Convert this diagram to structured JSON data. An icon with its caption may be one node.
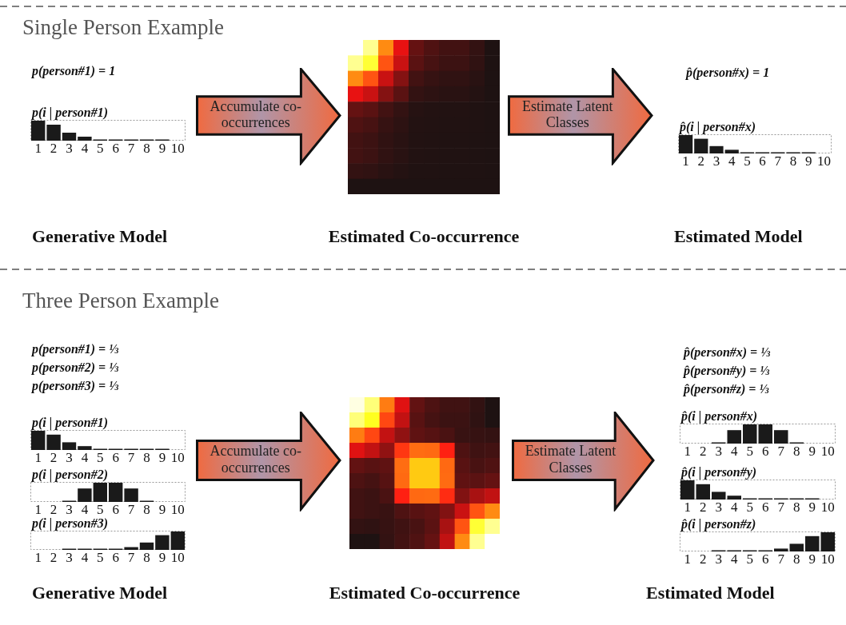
{
  "diagram": {
    "nodes": [
      {
        "text": [
          "Accumulate co-occurrences"
        ]
      },
      {
        "text": [
          "Estimated Co-occurrence"
        ]
      },
      {
        "text": [
          "Estimate Latent Classes"
        ]
      },
      {
        "text": [
          "Accumulate co-occurrences"
        ]
      },
      {
        "text": [
          "Estimated Co-occurrence"
        ]
      },
      {
        "text": [
          "Estimate Latent Classes"
        ]
      }
    ],
    "labels": [
      "Single Person Example",
      "p(person#1) = 1",
      "p(i | person#1)",
      "1",
      "2",
      "3",
      "4",
      "5",
      "6",
      "7",
      "8",
      "9",
      "10",
      "p̂(person#x) = 1",
      "p̂(i | person#x)",
      "1",
      "2",
      "3",
      "4",
      "5",
      "6",
      "7",
      "8",
      "9",
      "10",
      "Generative Model",
      "Estimated Model",
      "Three Person Example",
      "p(person#1) = ⅓",
      "p(person#2) = ⅓",
      "p(person#3) = ⅓",
      "p(i | person#1)",
      "1",
      "2",
      "3",
      "4",
      "5",
      "6",
      "7",
      "8",
      "9",
      "10",
      "p(i | person#2)",
      "1",
      "2",
      "3",
      "4",
      "5",
      "6",
      "7",
      "8",
      "9",
      "10",
      "p(i | person#3)",
      "1",
      "2",
      "3",
      "4",
      "5",
      "6",
      "7",
      "8",
      "9",
      "10",
      "p̂(person#x) = ⅓",
      "p̂(person#y) = ⅓",
      "p̂(person#z) = ⅓",
      "p̂(i | person#x)",
      "1",
      "2",
      "3",
      "4",
      "5",
      "6",
      "7",
      "8",
      "9",
      "10",
      "p̂(i | person#y)",
      "1",
      "2",
      "3",
      "4",
      "5",
      "6",
      "7",
      "8",
      "9",
      "10",
      "p̂(i | person#z)",
      "1",
      "2",
      "3",
      "4",
      "5",
      "6",
      "7",
      "8",
      "9",
      "10",
      "Generative Model",
      "Estimated Model"
    ]
  }
}
